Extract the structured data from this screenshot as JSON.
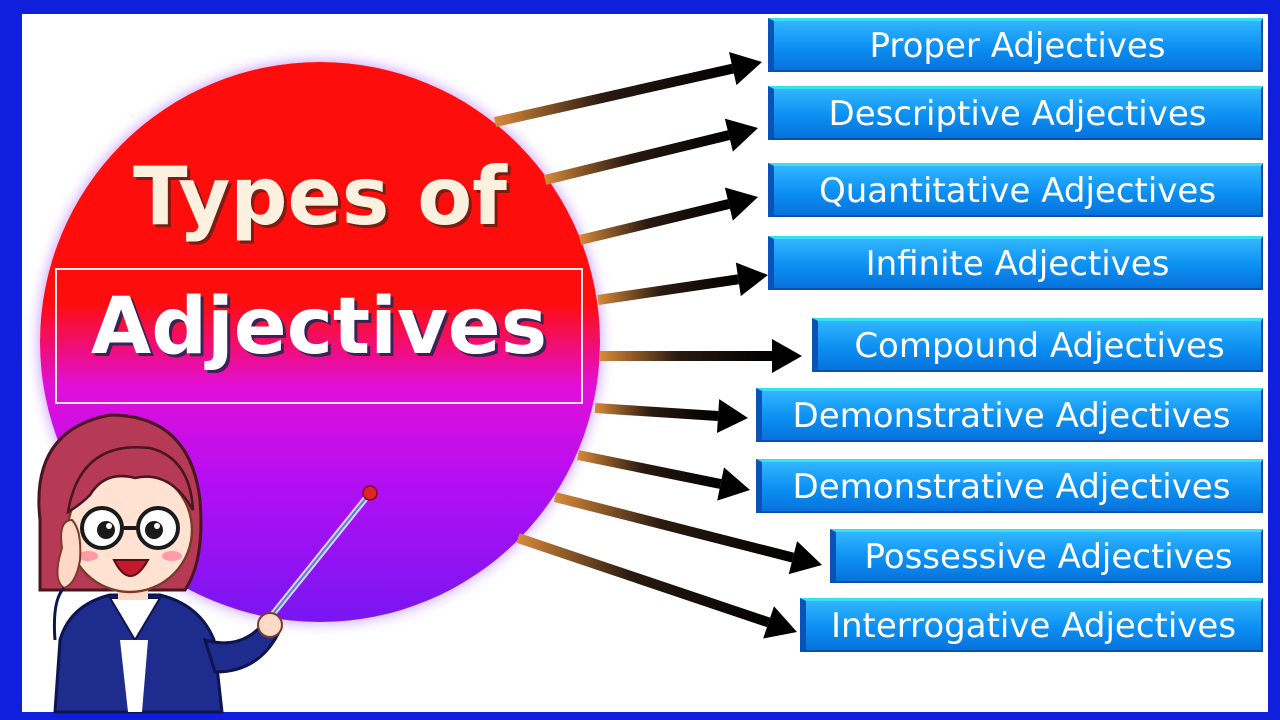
{
  "title": {
    "line1": "Types of",
    "line2": "Adjectives"
  },
  "types": [
    "Proper Adjectives",
    "Descriptive Adjectives",
    "Quantitative Adjectives",
    "Infinite Adjectives",
    "Compound Adjectives",
    "Demonstrative Adjectives",
    "Demonstrative Adjectives",
    "Possessive Adjectives",
    "Interrogative Adjectives"
  ],
  "colors": {
    "frame": "#0f1fdc",
    "circle_top": "#ff0d0d",
    "circle_bottom": "#7816f2",
    "label_box": "#0b8ff2"
  }
}
